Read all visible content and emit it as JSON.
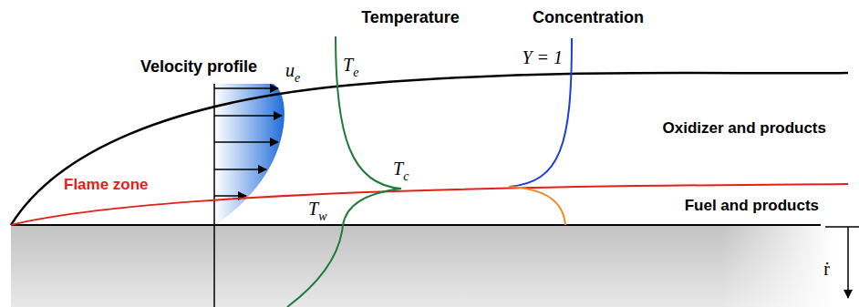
{
  "diagram": {
    "labels": [
      "Velocity profile",
      "u",
      "e",
      "Temperature",
      "T",
      "e",
      "T",
      "c",
      "T",
      "w",
      "Concentration",
      "Y = 1",
      "Oxidizer and products",
      "Flame zone",
      "Fuel and products",
      "ṙ"
    ]
  }
}
